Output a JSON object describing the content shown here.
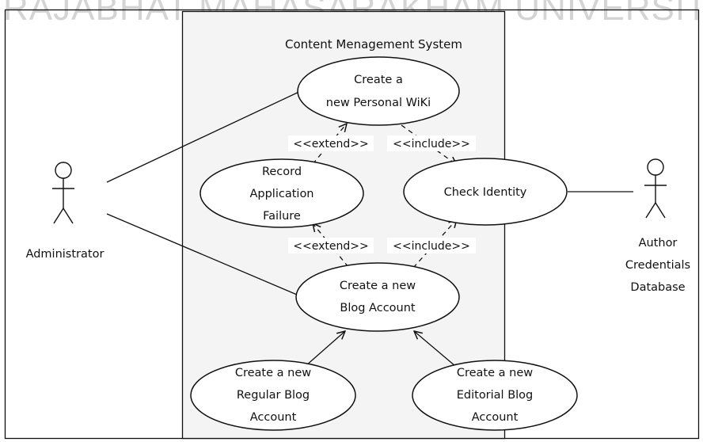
{
  "watermark": "RAJABHAT MAHASARAKHAM UNIVERSITY",
  "system": {
    "title": "Content Menagement System"
  },
  "actors": {
    "administrator": {
      "lines": [
        "Administrator"
      ]
    },
    "author_db": {
      "lines": [
        "Author",
        "Credentials",
        "Database"
      ]
    }
  },
  "use_cases": {
    "personal_wiki": {
      "lines": [
        "Create a",
        "new Personal WiKi"
      ]
    },
    "record_failure": {
      "lines": [
        "Record",
        "Application",
        "Failure"
      ]
    },
    "check_identity": {
      "lines": [
        "Check Identity"
      ]
    },
    "blog_account": {
      "lines": [
        "Create a new",
        "Blog Account"
      ]
    },
    "regular_blog": {
      "lines": [
        "Create a new",
        "Regular Blog",
        "Account"
      ]
    },
    "editorial_blog": {
      "lines": [
        "Create a new",
        "Editorial Blog",
        "Account"
      ]
    }
  },
  "relationships": {
    "extend_1": "<<extend>>",
    "include_1": "<<include>>",
    "extend_2": "<<extend>>",
    "include_2": "<<include>>"
  },
  "colors": {
    "system_fill": "#f4f4f4",
    "stroke": "#111111",
    "watermark": "#d4d4d4"
  }
}
